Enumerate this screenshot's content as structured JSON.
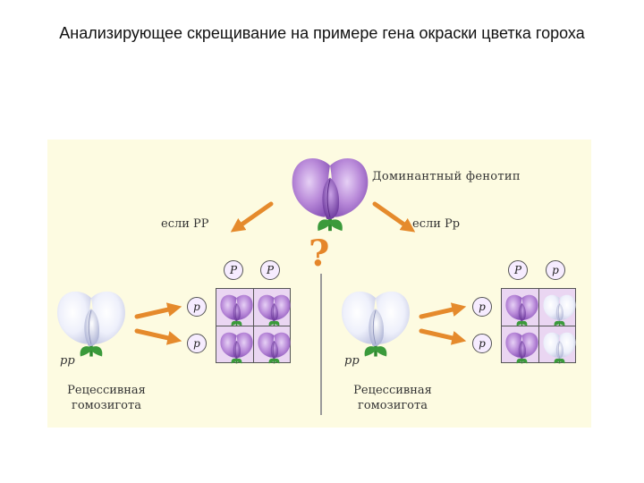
{
  "title": "Анализирующее скрещивание на примере гена окраски цветка гороха",
  "diagram": {
    "dominant_label": "Доминантный фенотип",
    "if_left": "если PP",
    "if_right": "если Pp",
    "question_mark": "?",
    "left": {
      "gametes_dominant": [
        "P",
        "P"
      ],
      "gametes_recessive": [
        "p",
        "p"
      ],
      "offspring": [
        "purple",
        "purple",
        "purple",
        "purple"
      ],
      "genotype": "pp",
      "caption_line1": "Рецессивная",
      "caption_line2": "гомозигота"
    },
    "right": {
      "gametes_dominant": [
        "P",
        "p"
      ],
      "gametes_recessive": [
        "p",
        "p"
      ],
      "offspring": [
        "purple",
        "white",
        "purple",
        "white"
      ],
      "genotype": "pp",
      "caption_line1": "Рецессивная",
      "caption_line2": "гомозигота"
    }
  },
  "colors": {
    "panel": "#fdfbe1",
    "arrow": "#e58a2c",
    "purple_flower": "#b782d9",
    "white_flower": "#e9ecfa",
    "leaf": "#3b9a3b"
  }
}
